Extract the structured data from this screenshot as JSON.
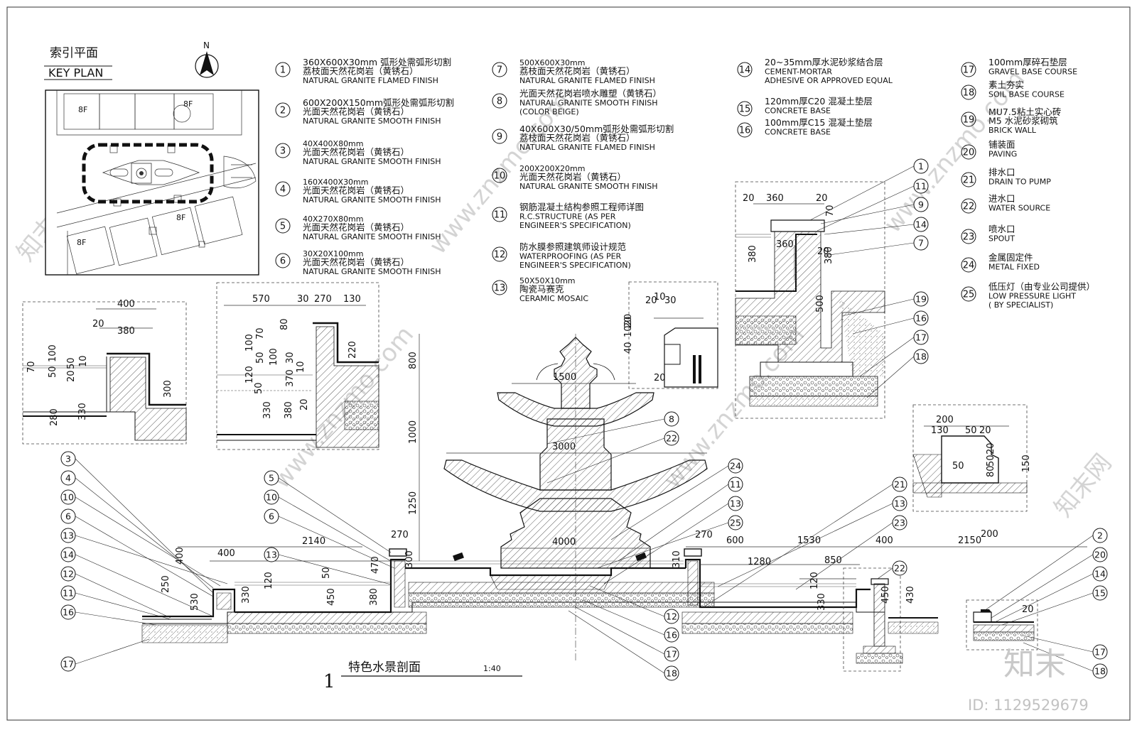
{
  "key_plan": {
    "title_cn": "索引平面",
    "title_en": "KEY PLAN",
    "north": "N",
    "floor_labels": [
      "8F",
      "8F",
      "8F",
      "8F"
    ]
  },
  "legend": [
    {
      "n": "1",
      "lines": [
        "360X600X30mm  弧形处需弧形切割",
        "荔枝面天然花岗岩（黄锈石）",
        "NATURAL GRANITE FLAMED FINISH"
      ]
    },
    {
      "n": "2",
      "lines": [
        "600X200X150mm弧形处需弧形切割",
        "光面天然花岗岩（黄锈石）",
        "NATURAL GRANITE SMOOTH FINISH"
      ]
    },
    {
      "n": "3",
      "lines": [
        "40X400X80mm",
        "光面天然花岗岩（黄锈石）",
        "NATURAL GRANITE SMOOTH FINISH"
      ]
    },
    {
      "n": "4",
      "lines": [
        "160X400X30mm",
        "光面天然花岗岩（黄锈石）",
        "NATURAL GRANITE SMOOTH FINISH"
      ]
    },
    {
      "n": "5",
      "lines": [
        "40X270X80mm",
        "光面天然花岗岩（黄锈石）",
        "NATURAL GRANITE SMOOTH FINISH"
      ]
    },
    {
      "n": "6",
      "lines": [
        "30X20X100mm",
        "光面天然花岗岩（黄锈石）",
        "NATURAL GRANITE SMOOTH FINISH"
      ]
    },
    {
      "n": "7",
      "lines": [
        "500X600X30mm",
        "荔枝面天然花岗岩（黄锈石）",
        "NATURAL GRANITE FLAMED FINISH"
      ]
    },
    {
      "n": "8",
      "lines": [
        "光面天然花岗岩喷水雕塑（黄锈石）",
        "NATURAL GRANITE SMOOTH FINISH",
        "(COLOR BEIGE)"
      ]
    },
    {
      "n": "9",
      "lines": [
        "40X600X30/50mm弧形处需弧形切割",
        "荔枝面天然花岗岩（黄锈石）",
        "NATURAL GRANITE FLAMED FINISH"
      ]
    },
    {
      "n": "10",
      "lines": [
        "200X200X20mm",
        "光面天然花岗岩（黄锈石）",
        "NATURAL GRANITE SMOOTH FINISH"
      ]
    },
    {
      "n": "11",
      "lines": [
        "钢筋混凝土结构参照工程师详图",
        "R.C.STRUCTURE (AS PER",
        "ENGINEER'S SPECIFICATION)"
      ]
    },
    {
      "n": "12",
      "lines": [
        "防水膜参照建筑师设计规范",
        "WATERPROOFING (AS PER",
        "ENGINEER'S SPECIFICATION)"
      ]
    },
    {
      "n": "13",
      "lines": [
        "50X50X10mm",
        "陶瓷马赛克",
        "CERAMIC MOSAIC"
      ]
    },
    {
      "n": "14",
      "lines": [
        "20~35mm厚水泥砂浆结合层",
        "CEMENT-MORTAR",
        "ADHESIVE OR APPROVED EQUAL"
      ]
    },
    {
      "n": "15",
      "lines": [
        "120mm厚C20 混凝土垫层",
        "CONCRETE BASE"
      ]
    },
    {
      "n": "16",
      "lines": [
        "100mm厚C15 混凝土垫层",
        "CONCRETE BASE"
      ]
    },
    {
      "n": "17",
      "lines": [
        "100mm厚碎石垫层",
        "GRAVEL BASE COURSE"
      ]
    },
    {
      "n": "18",
      "lines": [
        "素土夯实",
        "SOIL BASE COURSE"
      ]
    },
    {
      "n": "19",
      "lines": [
        "MU7.5粘土实心砖",
        "M5  水泥砂浆砌筑",
        "BRICK WALL"
      ]
    },
    {
      "n": "20",
      "lines": [
        "铺装面",
        "PAVING"
      ]
    },
    {
      "n": "21",
      "lines": [
        "排水口",
        "DRAIN TO PUMP"
      ]
    },
    {
      "n": "22",
      "lines": [
        "进水口",
        "WATER SOURCE"
      ]
    },
    {
      "n": "23",
      "lines": [
        "喷水口",
        "SPOUT"
      ]
    },
    {
      "n": "24",
      "lines": [
        "金属固定件",
        "METAL FIXED"
      ]
    },
    {
      "n": "25",
      "lines": [
        "低压灯（由专业公司提供）",
        "LOW PRESSURE LIGHT",
        "( BY SPECIALIST)"
      ]
    }
  ],
  "section_title": {
    "number": "1",
    "name": "特色水景剖面",
    "scale": "1:40"
  },
  "detail_a_dims": [
    "400",
    "380",
    "20",
    "70",
    "100",
    "50",
    "20",
    "50",
    "10",
    "300",
    "280",
    "330"
  ],
  "detail_b_dims": [
    "570",
    "30",
    "270",
    "130",
    "80",
    "70",
    "100",
    "50",
    "30",
    "100",
    "370",
    "220",
    "120",
    "50",
    "330",
    "380",
    "10",
    "20"
  ],
  "detail_c_dims": [
    "20",
    "10",
    "30",
    "20",
    "40",
    "1020",
    "20"
  ],
  "detail_d_dims": [
    "20",
    "360",
    "20",
    "360",
    "70",
    "380",
    "20",
    "380",
    "500"
  ],
  "detail_e_dims": [
    "200",
    "130",
    "50",
    "20",
    "20",
    "50",
    "80",
    "150",
    "50"
  ],
  "fountain_dims": [
    "1500",
    "800",
    "3000",
    "1000",
    "1250",
    "4000"
  ],
  "section_dims": [
    "400",
    "2140",
    "270",
    "270",
    "600",
    "1530",
    "400",
    "2150",
    "200",
    "1280",
    "850",
    "400",
    "250",
    "530",
    "330",
    "120",
    "50",
    "450",
    "380",
    "470",
    "300",
    "310",
    "120",
    "330",
    "450",
    "430",
    "20"
  ],
  "left_tags": [
    "3",
    "4",
    "10",
    "6",
    "13",
    "14",
    "12",
    "11",
    "16",
    "17"
  ],
  "mid_left_tags": [
    "5",
    "10",
    "6",
    "13"
  ],
  "center_tags": [
    "8",
    "22",
    "24",
    "11",
    "13",
    "25",
    "12",
    "16",
    "17",
    "18"
  ],
  "right_tags": [
    "21",
    "13",
    "23",
    "22"
  ],
  "far_right_tags": [
    "2",
    "20",
    "14",
    "15",
    "17",
    "18"
  ],
  "detail_d_tags": [
    "1",
    "11",
    "9",
    "14",
    "7",
    "19",
    "16",
    "17",
    "18"
  ],
  "watermark": {
    "site": "www.znzmo.com",
    "brand": "知末网",
    "logo": "知末",
    "id": "ID: 1129529679"
  }
}
